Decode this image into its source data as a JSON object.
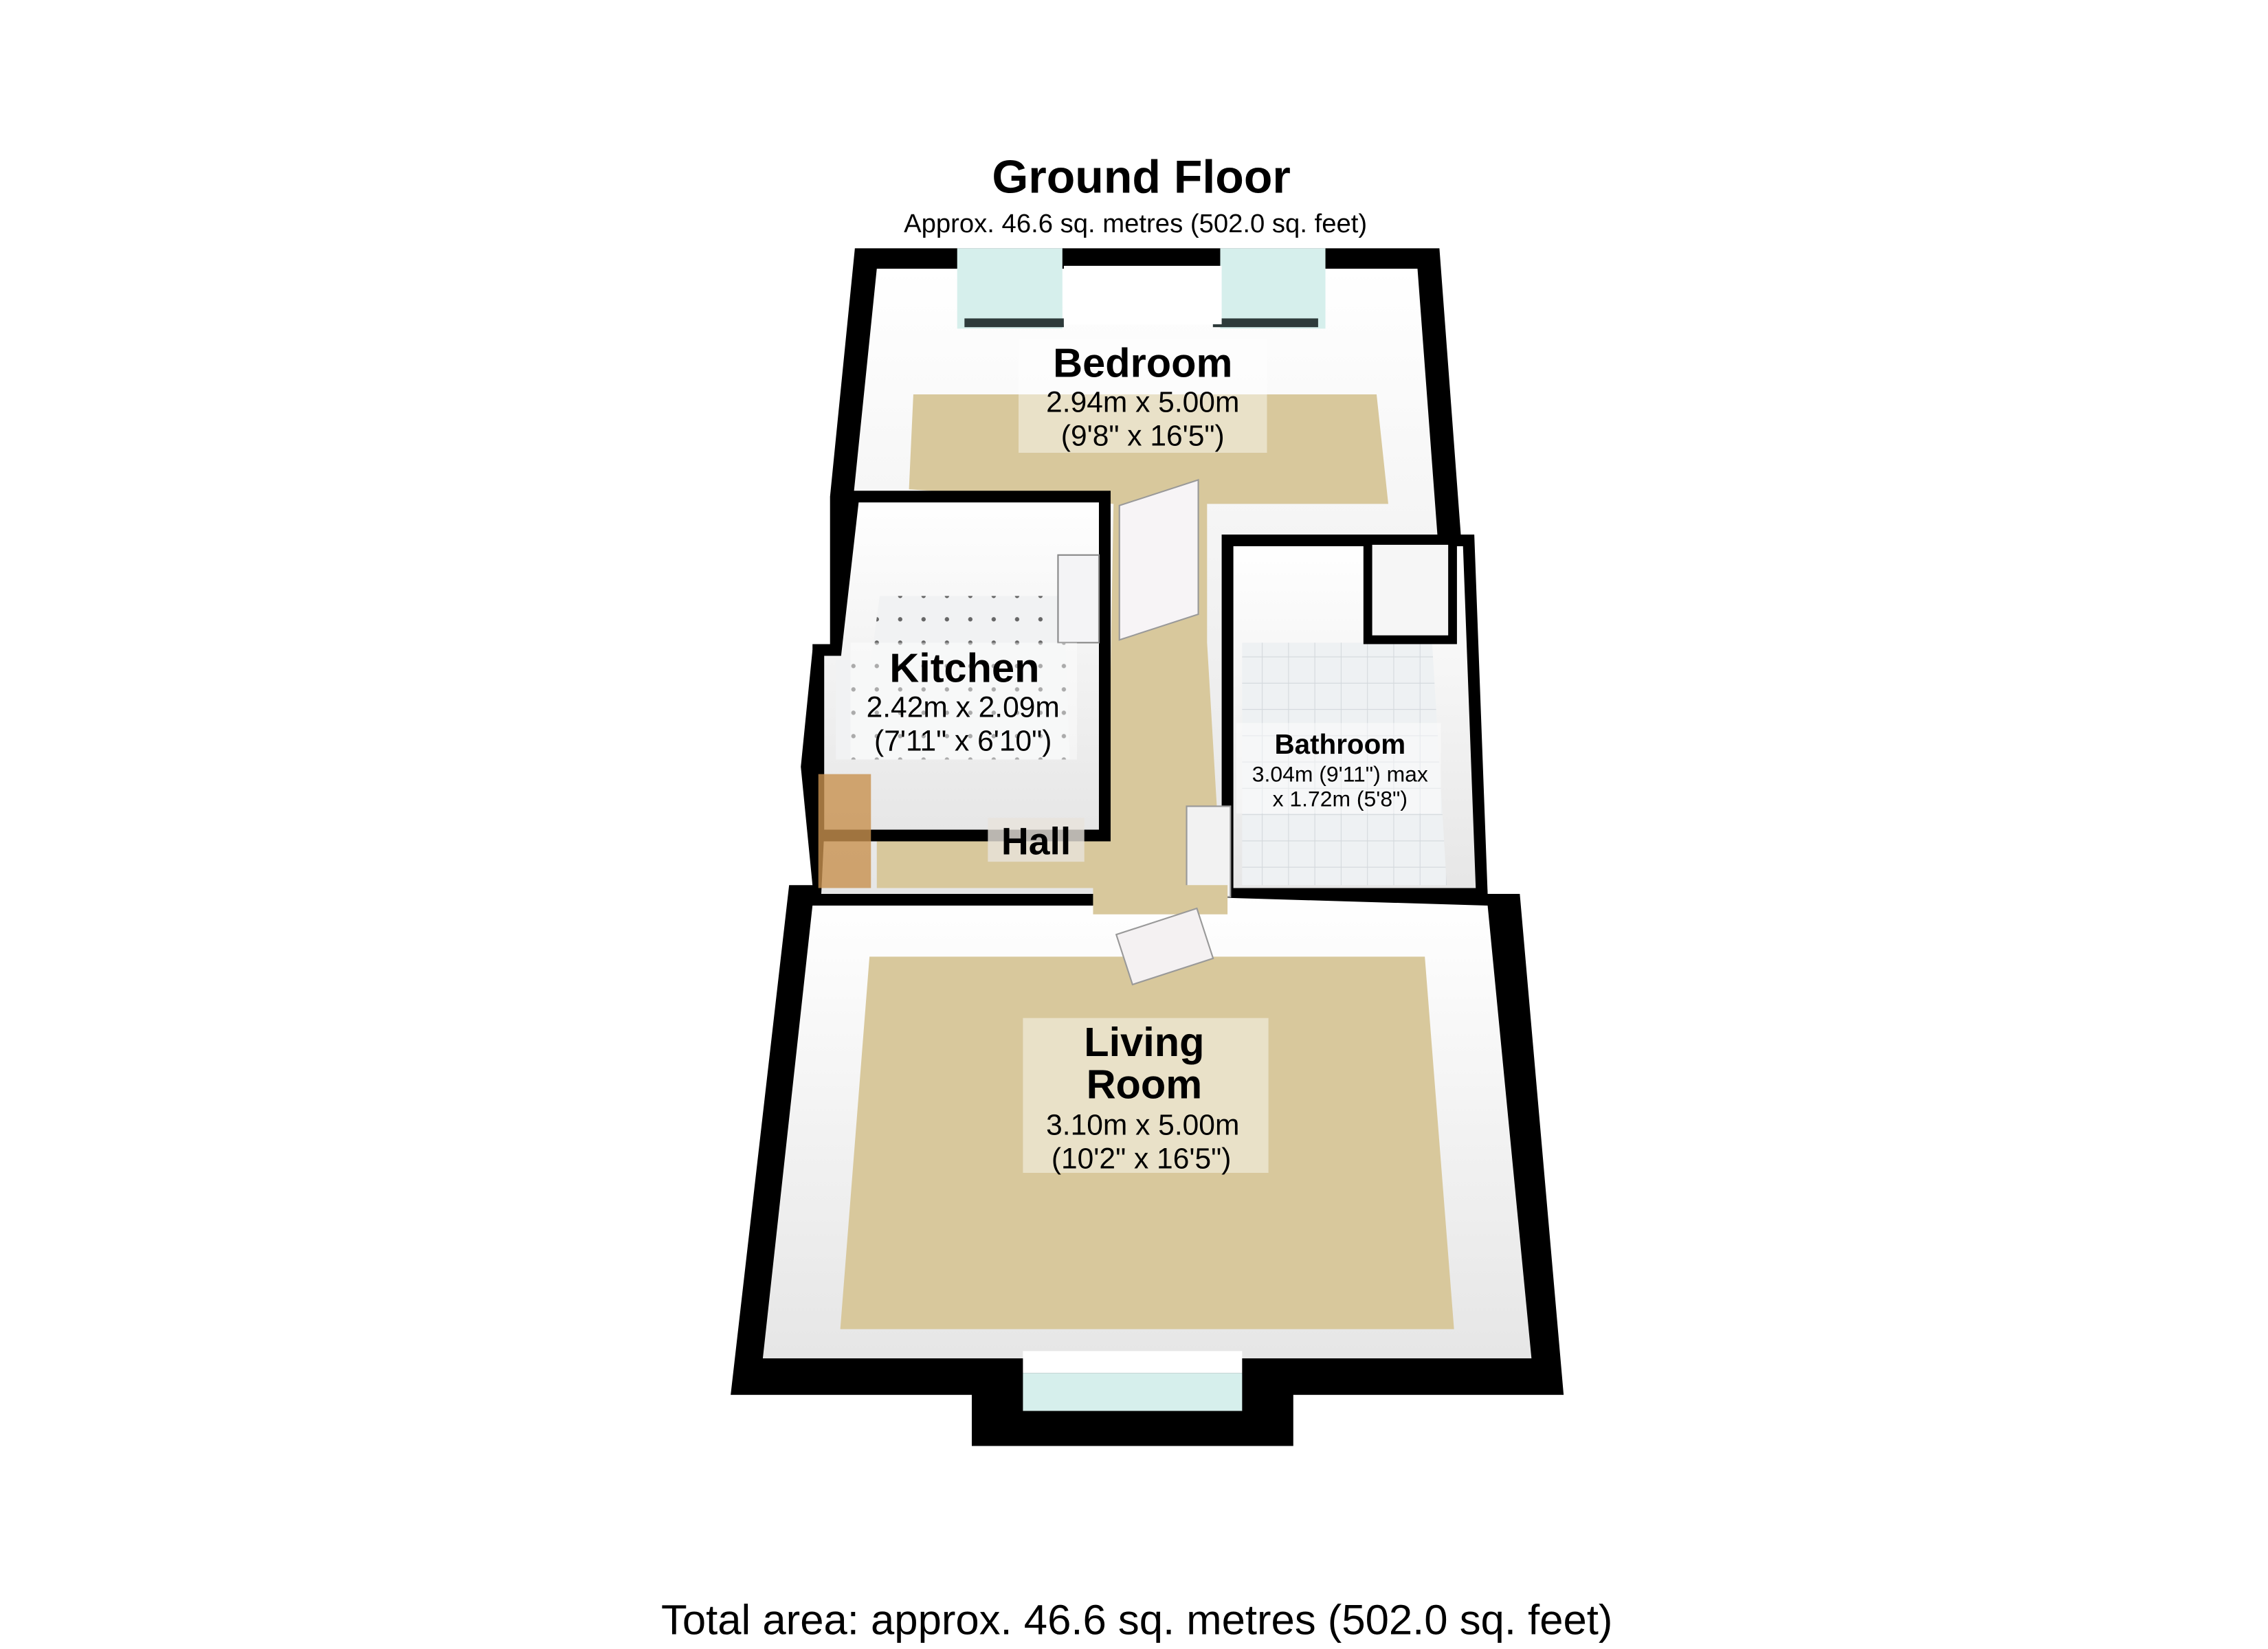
{
  "title": "Ground Floor",
  "subtitle": "Approx. 46.6 sq. metres (502.0 sq. feet)",
  "rooms": {
    "bedroom": {
      "name": "Bedroom",
      "metric": "2.94m x 5.00m",
      "imperial": "(9'8\" x 16'5\")"
    },
    "kitchen": {
      "name": "Kitchen",
      "metric": "2.42m x 2.09m",
      "imperial": "(7'11\" x 6'10\")"
    },
    "bathroom": {
      "name": "Bathroom",
      "line1": "3.04m (9'11\") max",
      "line2": "x 1.72m (5'8\")"
    },
    "hall": {
      "name": "Hall"
    },
    "living": {
      "name_line1": "Living",
      "name_line2": "Room",
      "metric": "3.10m x 5.00m",
      "imperial": "(10'2\" x 16'5\")"
    }
  },
  "footer": "Total area: approx. 46.6 sq. metres (502.0 sq. feet)",
  "colors": {
    "wall": "#000000",
    "floor": "#d8c89c",
    "window": "#d6efec",
    "tile": "#eef1f3"
  }
}
